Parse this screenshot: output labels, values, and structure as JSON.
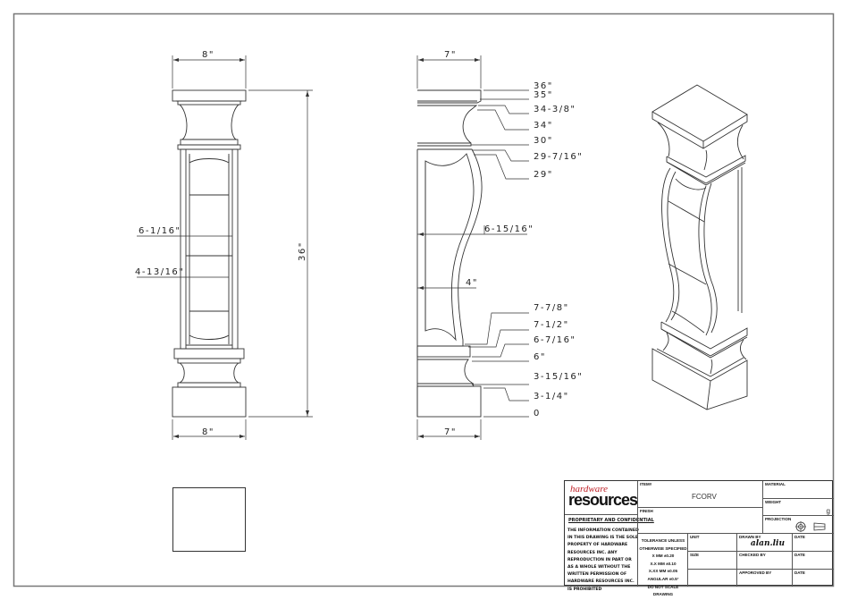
{
  "drawing": {
    "front_view": {
      "top_width": "8\"",
      "bottom_width": "8\"",
      "height": "36\"",
      "upper_section_width": "6-1/16\"",
      "lower_section_width": "4-13/16\""
    },
    "side_view": {
      "top_width": "7\"",
      "bottom_width": "7\"",
      "profile_depth_upper": "6-15/16\"",
      "profile_depth_lower": "4\"",
      "elevations": [
        "36\"",
        "35\"",
        "34-3/8\"",
        "34\"",
        "30\"",
        "29-7/16\"",
        "29\"",
        "7-7/8\"",
        "7-1/2\"",
        "6-7/16\"",
        "6\"",
        "3-15/16\"",
        "3-1/4\"",
        "0"
      ]
    },
    "isometric_view": "isometric corbel",
    "plan_view": "top square"
  },
  "title_block": {
    "brand_top": "hardware",
    "brand_bottom": "resources",
    "proprietary_title": "PROPRIETARY AND CONFIDENTIAL",
    "proprietary_text": "THE INFORMATION CONTAINED IN THIS DRAWING IS THE SOLE PROPERTY OF HARDWARE RESOURCES INC. ANY REPRODUCTION IN PART OR AS A WHOLE WITHOUT THE WRITTEN PERMISSION OF HARDWARE RESOURCES INC. IS PROHIBITED",
    "item_label": "ITEM#",
    "item_value": "FCORV",
    "finish_label": "FINISH",
    "finish_value": "",
    "material_label": "MATERIAL",
    "material_value": "",
    "weight_label": "WEIGHT",
    "weight_value": "g",
    "projection_label": "PROJECTION",
    "tolerance": [
      "TOLERANCE UNLESS",
      "OTHERWISE SPECIFIED",
      "X   MM   ±0.20",
      "X.X   MM   ±0.10",
      "X.XX   MM   ±0.05",
      "ANGULAR   ±0.5°",
      "DO NOT SCALE DRAWING"
    ],
    "unit_label": "UNIT",
    "size_label": "SIZE",
    "drawn_by_label": "DRAWN BY",
    "drawn_by_value": "alan.liu",
    "checked_by_label": "CHECKED BY",
    "approved_by_label": "APPOROVED BY",
    "date_label": "DATE"
  }
}
